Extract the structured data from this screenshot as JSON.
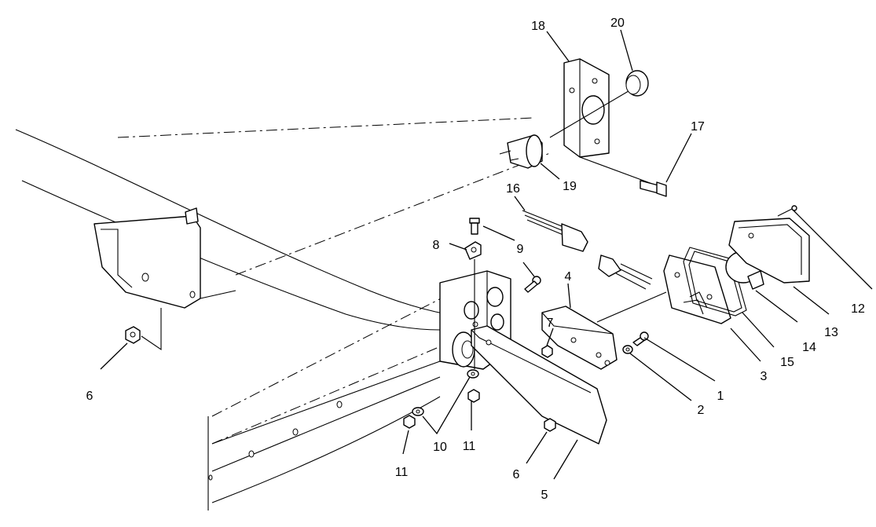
{
  "callouts": {
    "c1": "1",
    "c2": "2",
    "c3": "3",
    "c4": "4",
    "c5": "5",
    "c6a": "6",
    "c6b": "6",
    "c7": "7",
    "c8": "8",
    "c9": "9",
    "c10": "10",
    "c11a": "11",
    "c11b": "11",
    "c12": "12",
    "c13": "13",
    "c14": "14",
    "c15": "15",
    "c16": "16",
    "c17": "17",
    "c18": "18",
    "c19": "19",
    "c20": "20"
  }
}
